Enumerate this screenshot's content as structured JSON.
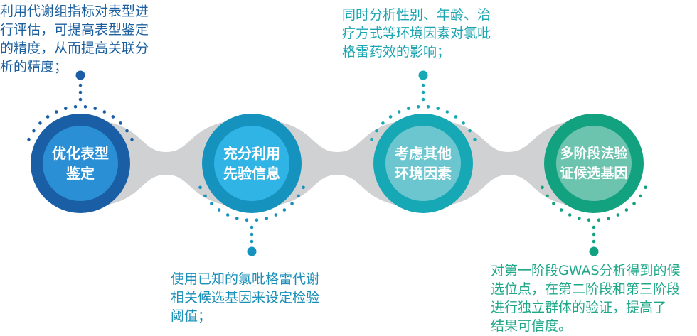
{
  "steps": [
    {
      "title_lines": [
        "优化表型",
        "鉴定"
      ],
      "note_lines": [
        "利用代谢组指标对表型进",
        "行评估，可提高表型鉴定",
        "的精度，从而提高关联分",
        "析的精度；"
      ],
      "outer": "#1a5fa5",
      "inner": "#2a8fd4",
      "text_color": "#1c5f9e",
      "note_side": "top"
    },
    {
      "title_lines": [
        "充分利用",
        "先验信息"
      ],
      "note_lines": [
        "使用已知的氯吡格雷代谢",
        "相关候选基因来设定检验",
        "阈值；"
      ],
      "outer": "#1592bd",
      "inner": "#30b4e6",
      "text_color": "#1a8fb8",
      "note_side": "bottom"
    },
    {
      "title_lines": [
        "考虑其他",
        "环境因素"
      ],
      "note_lines": [
        "同时分析性别、年龄、治",
        "疗方式等环境因素对氯吡",
        "格雷药效的影响；"
      ],
      "outer": "#17a8b5",
      "inner": "#6cc6cf",
      "text_color": "#1aa5b0",
      "note_side": "top"
    },
    {
      "title_lines": [
        "多阶段法验",
        "证候选基因"
      ],
      "note_lines": [
        "对第一阶段GWAS分析得到的候",
        "选位点，在第二阶段和第三阶段",
        "进行独立群体的验证，提高了",
        "结果可信度。"
      ],
      "outer": "#13a27f",
      "inner": "#6cc4ae",
      "text_color": "#1fa888",
      "note_side": "bottom"
    }
  ],
  "connector_color": "#d0d1d3"
}
